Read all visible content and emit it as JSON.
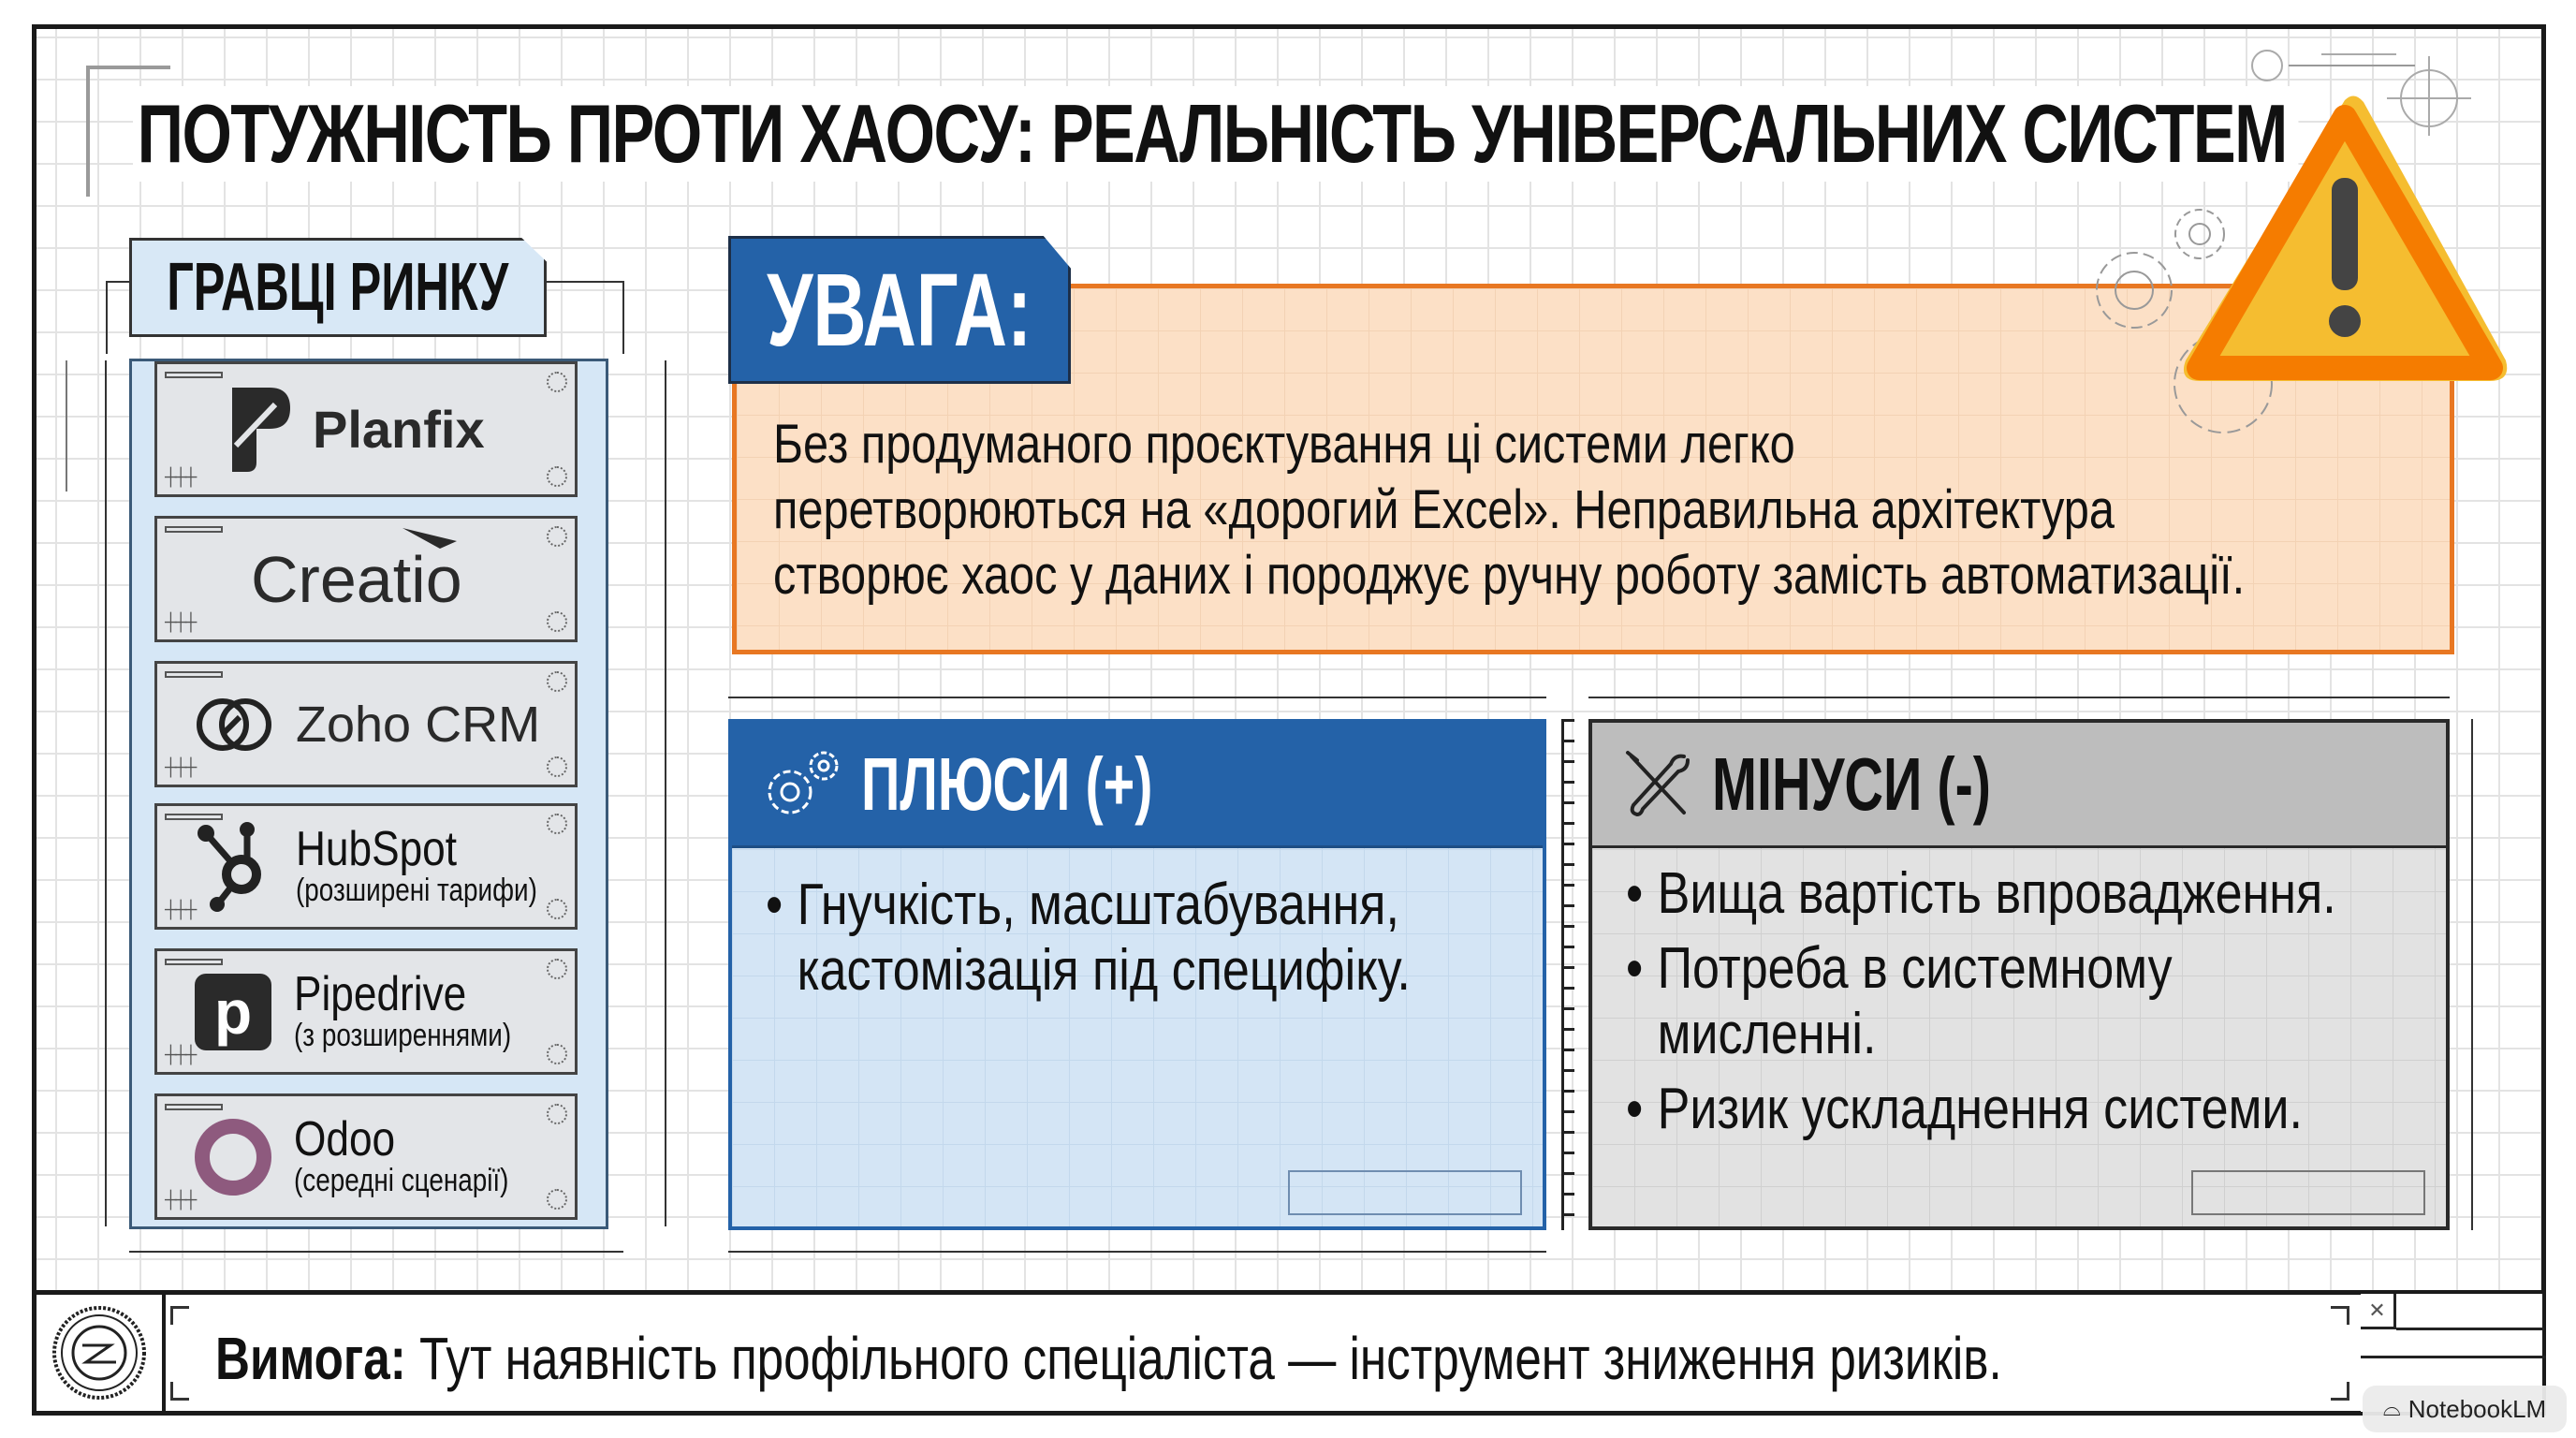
{
  "title": "ПОТУЖНІСТЬ ПРОТИ ХАОСУ: РЕАЛЬНІСТЬ УНІВЕРСАЛЬНИХ СИСТЕМ",
  "players": {
    "heading": "ГРАВЦІ РИНКУ",
    "items": [
      {
        "name": "Planfix",
        "subtitle": "",
        "icon": "planfix-logo-icon"
      },
      {
        "name": "Creatio",
        "subtitle": "",
        "icon": "creatio-logo-icon"
      },
      {
        "name": "Zoho CRM",
        "subtitle": "",
        "icon": "zoho-logo-icon"
      },
      {
        "name": "HubSpot",
        "subtitle": "(розширені тарифи)",
        "icon": "hubspot-logo-icon"
      },
      {
        "name": "Pipedrive",
        "subtitle": "(з розширеннями)",
        "icon": "pipedrive-logo-icon",
        "glyph": "p"
      },
      {
        "name": "Odoo",
        "subtitle": "(середні сценарії)",
        "icon": "odoo-logo-icon"
      }
    ]
  },
  "warning": {
    "label": "УВАГА:",
    "lines": [
      "Без продуманого проєктування ці системи легко",
      "перетворюються на «дорогий Excel». Неправильна архітектура",
      "створює хаос у даних і породжує ручну роботу замість автоматизації."
    ],
    "icon": "warning-triangle-icon"
  },
  "pros": {
    "title": "ПЛЮСИ (+)",
    "icon": "gears-icon",
    "items": [
      "Гнучкість, масштабування,\nкастомізація під специфіку."
    ],
    "lines": [
      "Гнучкість, масштабування,",
      "кастомізація під специфіку."
    ]
  },
  "cons": {
    "title": "МІНУСИ (-)",
    "icon": "wrench-screwdriver-icon",
    "items": [
      "Вища вартість впровадження.",
      "Потреба в системному",
      "мисленні.",
      "Ризик ускладнення системи."
    ]
  },
  "footer": {
    "label": "Вимога:",
    "text": " Тут наявність профільного спеціаліста — інструмент зниження ризиків.",
    "icon": "seal-icon"
  },
  "watermark": "NotebookLM",
  "colors": {
    "blue": "#2462a8",
    "light_blue": "#d6e7f6",
    "orange": "#e87722",
    "peach": "#fce0c6",
    "warning_yellow": "#f5bd30",
    "warning_orange": "#f57c00",
    "gray_header": "#bdbdbd",
    "odoo_purple": "#8e5a7e"
  }
}
